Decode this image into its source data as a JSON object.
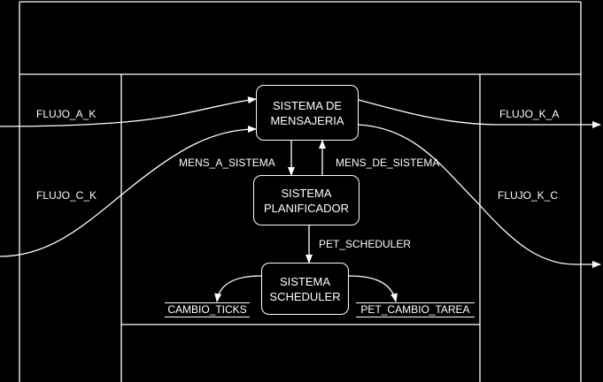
{
  "processes": {
    "mensajeria": {
      "line1": "SISTEMA DE",
      "line2": "MENSAJERIA"
    },
    "planificador": {
      "line1": "SISTEMA",
      "line2": "PLANIFICADOR"
    },
    "scheduler": {
      "line1": "SISTEMA",
      "line2": "SCHEDULER"
    }
  },
  "flows": {
    "flujo_a_k": "FLUJO_A_K",
    "flujo_c_k": "FLUJO_C_K",
    "flujo_k_a": "FLUJO_K_A",
    "flujo_k_c": "FLUJO_K_C",
    "mens_a_sistema": "MENS_A_SISTEMA",
    "mens_de_sistema": "MENS_DE_SISTEMA",
    "pet_scheduler": "PET_SCHEDULER"
  },
  "stores": {
    "cambio_ticks": "CAMBIO_TICKS",
    "pet_cambio_tarea": "PET_CAMBIO_TAREA"
  }
}
